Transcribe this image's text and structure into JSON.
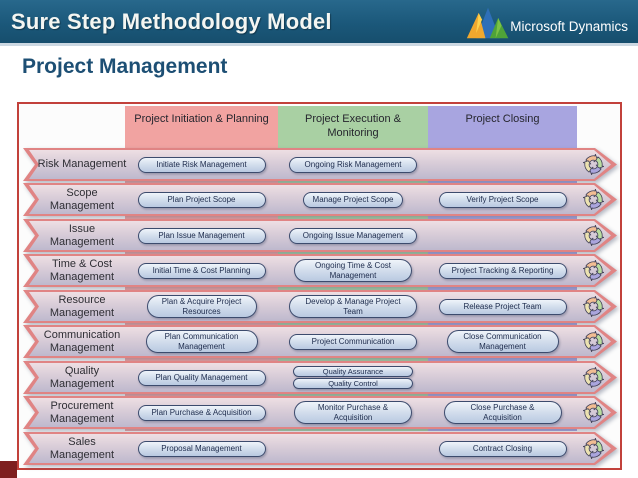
{
  "header": {
    "title": "Sure Step Methodology Model",
    "brand": "Microsoft Dynamics"
  },
  "subtitle": "Project Management",
  "columns": [
    {
      "label": "Project Initiation & Planning"
    },
    {
      "label": "Project Execution & Monitoring"
    },
    {
      "label": "Project Closing"
    }
  ],
  "rows": [
    {
      "label": "Risk Management",
      "phase1": "Initiate Risk Management",
      "phase2": "Ongoing Risk Management"
    },
    {
      "label": "Scope Management",
      "phase1": "Plan Project Scope",
      "phase2": "Manage Project Scope",
      "phase3": "Verify Project Scope"
    },
    {
      "label": "Issue Management",
      "phase1": "Plan Issue Management",
      "phase2": "Ongoing Issue Management"
    },
    {
      "label": "Time & Cost Management",
      "phase1": "Initial Time & Cost Planning",
      "phase2": "Ongoing Time & Cost Management",
      "phase3": "Project Tracking & Reporting"
    },
    {
      "label": "Resource Management",
      "phase1": "Plan & Acquire Project Resources",
      "phase2": "Develop & Manage Project Team",
      "phase3": "Release Project Team"
    },
    {
      "label": "Communication Management",
      "phase1": "Plan Communication Management",
      "phase2": "Project Communication",
      "phase3": "Close Communication Management"
    },
    {
      "label": "Quality Management",
      "phase1": "Plan Quality Management",
      "phase2a": "Quality Assurance",
      "phase2b": "Quality Control"
    },
    {
      "label": "Procurement Management",
      "phase1": "Plan Purchase & Acquisition",
      "phase2": "Monitor Purchase & Acquisition",
      "phase3": "Close Purchase & Acquisition"
    },
    {
      "label": "Sales Management",
      "phase1": "Proposal Management",
      "phase3": "Contract Closing"
    }
  ],
  "colors": {
    "topbar": "#1b587a",
    "frame_border": "#c2413b",
    "band_initiation": "#f1a3a1",
    "band_execution": "#a9d0a3",
    "band_closing": "#a8a5e0",
    "row_border": "#e08484",
    "pill_border": "#3c4b6d",
    "icon_arrows": [
      "#f2bd93",
      "#badd9f",
      "#aaa5dd",
      "#ece2b0"
    ]
  }
}
